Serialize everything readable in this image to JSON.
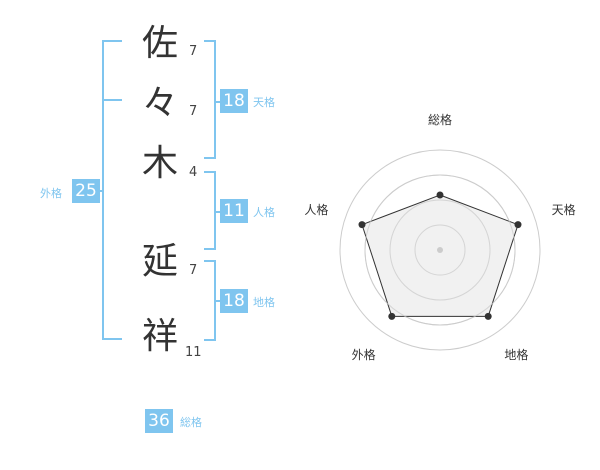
{
  "name": {
    "chars": [
      {
        "char": "佐",
        "strokes": "7"
      },
      {
        "char": "々",
        "strokes": "7"
      },
      {
        "char": "木",
        "strokes": "4"
      },
      {
        "char": "延",
        "strokes": "7"
      },
      {
        "char": "祥",
        "strokes": "11"
      }
    ]
  },
  "kakusu": {
    "tenkaku": {
      "value": "18",
      "label": "天格"
    },
    "jinkaku": {
      "value": "11",
      "label": "人格"
    },
    "chikaku": {
      "value": "18",
      "label": "地格"
    },
    "gaikaku": {
      "value": "25",
      "label": "外格"
    },
    "soukaku": {
      "value": "36",
      "label": "総格"
    }
  },
  "chart_data": {
    "type": "radar",
    "axes": [
      "総格",
      "天格",
      "地格",
      "外格",
      "人格"
    ],
    "values": [
      0.55,
      0.82,
      0.82,
      0.82,
      0.82
    ],
    "rings": 4,
    "colors": {
      "fill": "#eeeeee",
      "line": "#333333",
      "ring": "#cccccc",
      "point": "#333333"
    }
  },
  "colors": {
    "accent": "#7fc5ef"
  }
}
